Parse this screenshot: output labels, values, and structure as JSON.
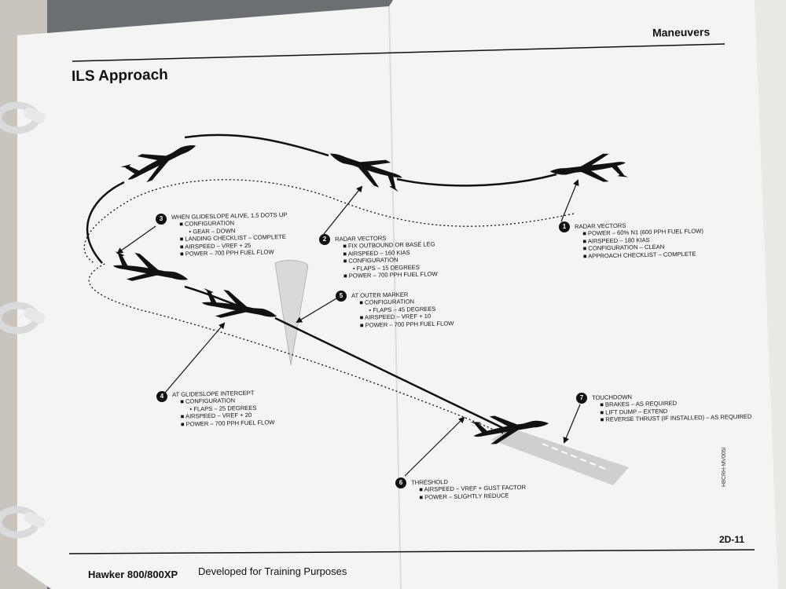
{
  "header": {
    "section": "Maneuvers",
    "title": "ILS Approach"
  },
  "footer": {
    "model": "Hawker 800/800XP",
    "purpose": "Developed for Training Purposes",
    "page": "2D-11",
    "code": "H8CRH-MV005i"
  },
  "callouts": [
    {
      "n": "1",
      "heading": "RADAR VECTORS",
      "lines": [
        "POWER – 60% N1 (600 PPH FUEL FLOW)",
        "AIRSPEED – 180 KIAS",
        "CONFIGURATION – CLEAN",
        "APPROACH CHECKLIST – COMPLETE"
      ]
    },
    {
      "n": "2",
      "heading": "RADAR VECTORS",
      "lines": [
        "FIX OUTBOUND OR BASE LEG",
        "AIRSPEED – 160 KIAS",
        "CONFIGURATION",
        "FLAPS – 15 DEGREES",
        "POWER – 700 PPH FUEL FLOW"
      ]
    },
    {
      "n": "3",
      "heading": "WHEN GLIDESLOPE ALIVE, 1.5 DOTS UP",
      "lines": [
        "CONFIGURATION",
        "GEAR – DOWN",
        "LANDING CHECKLIST – COMPLETE",
        "AIRSPEED – VREF + 25",
        "POWER – 700 PPH FUEL FLOW"
      ]
    },
    {
      "n": "4",
      "heading": "AT GLIDESLOPE INTERCEPT",
      "lines": [
        "CONFIGURATION",
        "FLAPS – 25 DEGREES",
        "AIRSPEED – VREF + 20",
        "POWER – 700 PPH FUEL FLOW"
      ]
    },
    {
      "n": "5",
      "heading": "AT OUTER MARKER",
      "lines": [
        "CONFIGURATION",
        "FLAPS – 45 DEGREES",
        "AIRSPEED – VREF + 10",
        "POWER – 700 PPH FUEL FLOW"
      ]
    },
    {
      "n": "6",
      "heading": "THRESHOLD",
      "lines": [
        "AIRSPEED – VREF + GUST FACTOR",
        "POWER – SLIGHTLY REDUCE"
      ]
    },
    {
      "n": "7",
      "heading": "TOUCHDOWN",
      "lines": [
        "BRAKES – AS REQUIRED",
        "LIFT DUMP – EXTEND",
        "REVERSE THRUST (IF INSTALLED) – AS REQUIRED"
      ]
    }
  ],
  "colors": {
    "page": "#f4f4f2",
    "ink": "#111111",
    "background": "#6c6f72",
    "binder": "#c9c4bd",
    "ring": "#d8dadc"
  }
}
